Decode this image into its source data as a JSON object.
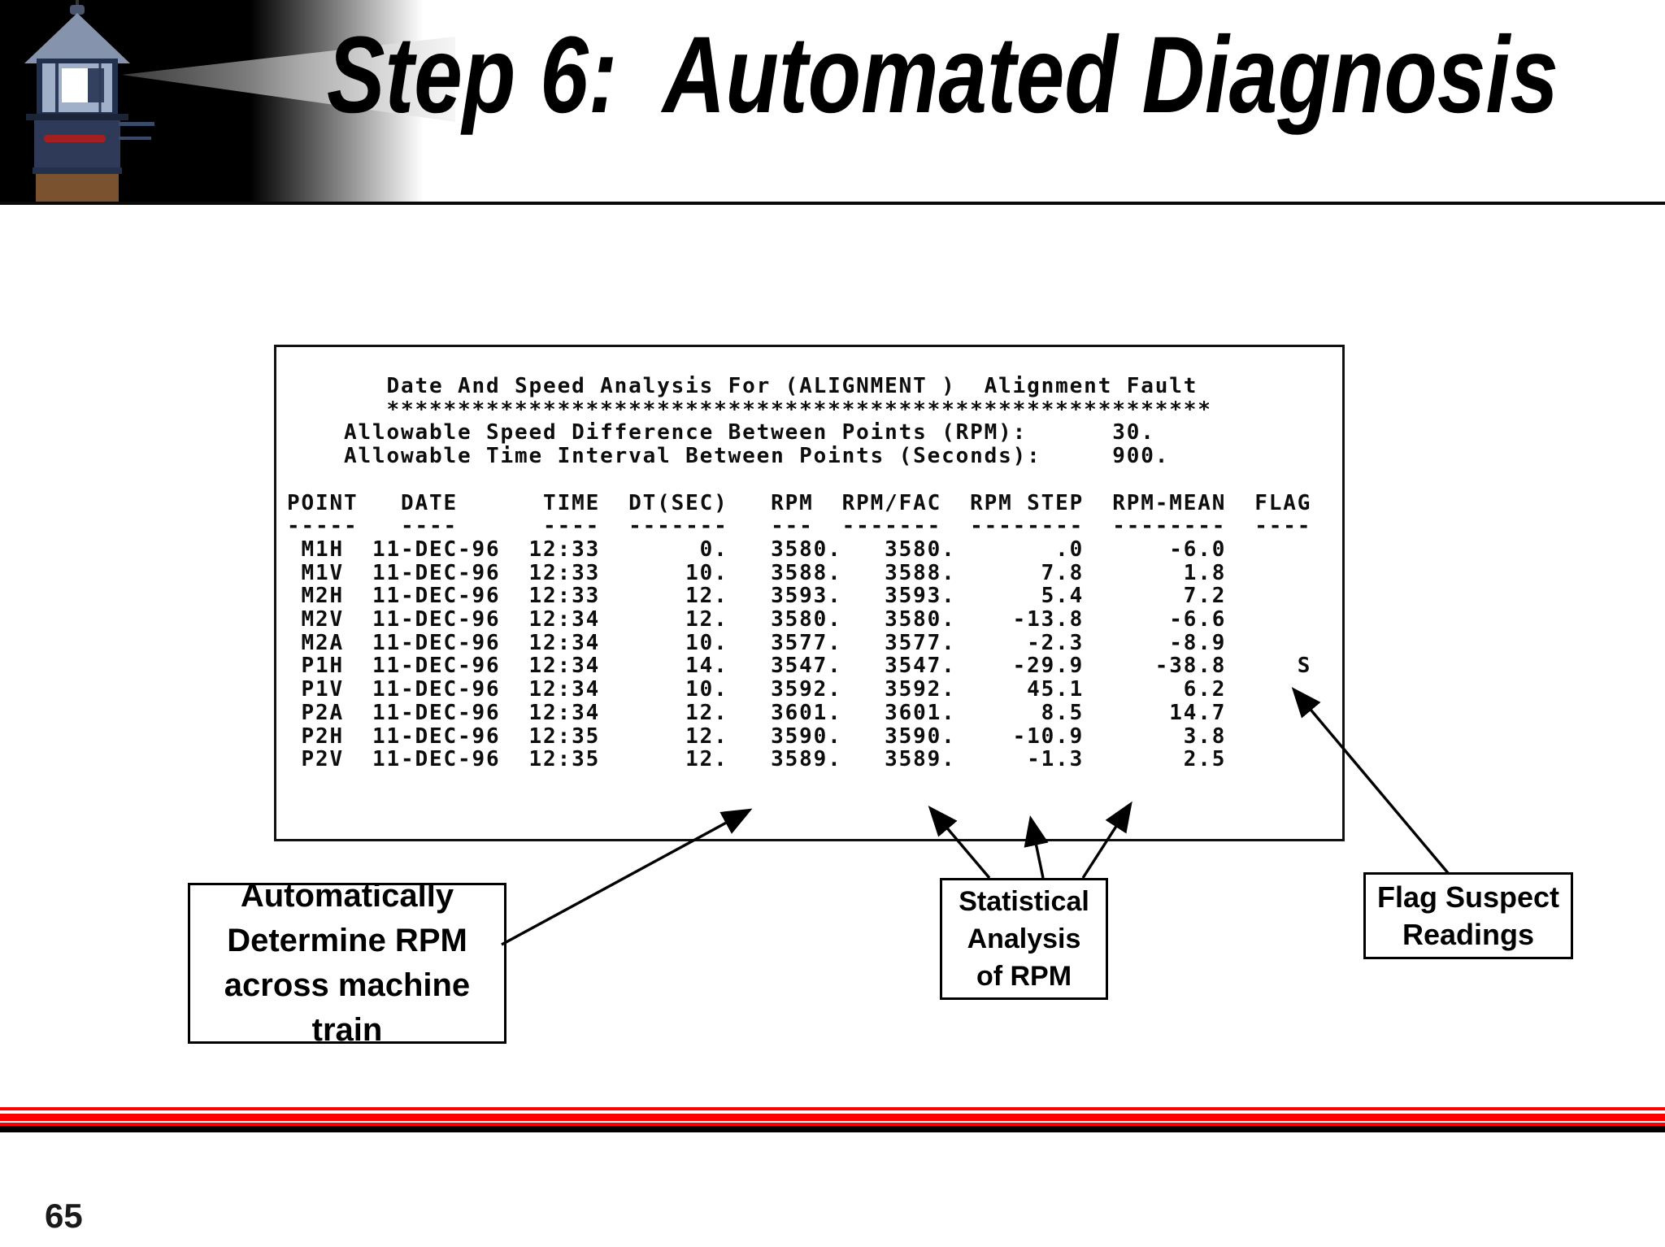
{
  "slide": {
    "title": "Step 6:  Automated Diagnosis",
    "page_number": "65"
  },
  "graphics": {
    "lighthouse": "lighthouse-with-light-beam"
  },
  "terminal": {
    "report_title": "Date And Speed Analysis For (ALIGNMENT )  Alignment Fault",
    "parameters": {
      "allowable_speed_difference_rpm": "30.",
      "allowable_time_interval_seconds": "900."
    },
    "table": {
      "columns": [
        "POINT",
        "DATE",
        "TIME",
        "DT(SEC)",
        "RPM",
        "RPM/FAC",
        "RPM STEP",
        "RPM-MEAN",
        "FLAG"
      ],
      "rows": [
        [
          "M1H",
          "11-DEC-96",
          "12:33",
          "0.",
          "3580.",
          "3580.",
          ".0",
          "-6.0",
          ""
        ],
        [
          "M1V",
          "11-DEC-96",
          "12:33",
          "10.",
          "3588.",
          "3588.",
          "7.8",
          "1.8",
          ""
        ],
        [
          "M2H",
          "11-DEC-96",
          "12:33",
          "12.",
          "3593.",
          "3593.",
          "5.4",
          "7.2",
          ""
        ],
        [
          "M2V",
          "11-DEC-96",
          "12:34",
          "12.",
          "3580.",
          "3580.",
          "-13.8",
          "-6.6",
          ""
        ],
        [
          "M2A",
          "11-DEC-96",
          "12:34",
          "10.",
          "3577.",
          "3577.",
          "-2.3",
          "-8.9",
          ""
        ],
        [
          "P1H",
          "11-DEC-96",
          "12:34",
          "14.",
          "3547.",
          "3547.",
          "-29.9",
          "-38.8",
          "S"
        ],
        [
          "P1V",
          "11-DEC-96",
          "12:34",
          "10.",
          "3592.",
          "3592.",
          "45.1",
          "6.2",
          ""
        ],
        [
          "P2A",
          "11-DEC-96",
          "12:34",
          "12.",
          "3601.",
          "3601.",
          "8.5",
          "14.7",
          ""
        ],
        [
          "P2H",
          "11-DEC-96",
          "12:35",
          "12.",
          "3590.",
          "3590.",
          "-10.9",
          "3.8",
          ""
        ],
        [
          "P2V",
          "11-DEC-96",
          "12:35",
          "12.",
          "3589.",
          "3589.",
          "-1.3",
          "2.5",
          ""
        ]
      ]
    },
    "text": "       Date And Speed Analysis For (ALIGNMENT )  Alignment Fault\n       **********************************************************\n    Allowable Speed Difference Between Points (RPM):      30.\n    Allowable Time Interval Between Points (Seconds):     900.\n\nPOINT   DATE      TIME  DT(SEC)   RPM  RPM/FAC  RPM STEP  RPM-MEAN  FLAG\n-----   ----      ----  -------   ---  -------  --------  --------  ----\n M1H  11-DEC-96  12:33       0.   3580.   3580.       .0      -6.0\n M1V  11-DEC-96  12:33      10.   3588.   3588.      7.8       1.8\n M2H  11-DEC-96  12:33      12.   3593.   3593.      5.4       7.2\n M2V  11-DEC-96  12:34      12.   3580.   3580.    -13.8      -6.6\n M2A  11-DEC-96  12:34      10.   3577.   3577.     -2.3      -8.9\n P1H  11-DEC-96  12:34      14.   3547.   3547.    -29.9     -38.8     S\n P1V  11-DEC-96  12:34      10.   3592.   3592.     45.1       6.2\n P2A  11-DEC-96  12:34      12.   3601.   3601.      8.5      14.7\n P2H  11-DEC-96  12:35      12.   3590.   3590.    -10.9       3.8\n P2V  11-DEC-96  12:35      12.   3589.   3589.     -1.3       2.5"
  },
  "callouts": {
    "left": {
      "text": "Automatically\nDetermine RPM\nacross machine train"
    },
    "middle": {
      "text": "Statistical\nAnalysis\nof RPM"
    },
    "right": {
      "text": "Flag Suspect\nReadings"
    }
  },
  "colors": {
    "stripe_red": "#ff0000",
    "stripe_black": "#000000",
    "rule_black": "#0a0a0a",
    "text_black": "#000000"
  }
}
